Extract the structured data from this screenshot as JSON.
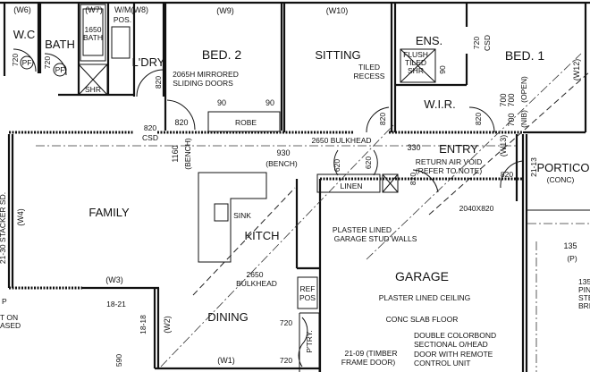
{
  "rooms": {
    "wc": "W.C",
    "bath": "BATH",
    "laundry": "L'DRY",
    "bed2": "BED. 2",
    "sitting": "SITTING",
    "ensuite": "ENS.",
    "bed1": "BED. 1",
    "wir": "W.I.R.",
    "entry": "ENTRY",
    "portico": "PORTICO",
    "family": "FAMILY",
    "kitchen": "KITCH",
    "dining": "DINING",
    "garage": "GARAGE",
    "linen": "LINEN",
    "robe": "ROBE",
    "ref_line1": "REF",
    "ref_line2": "POS",
    "pantry": "P'TRY."
  },
  "windows": {
    "w1": "(W1)",
    "w2": "(W2)",
    "w3": "(W3)",
    "w4": "(W4)",
    "w6": "(W6)",
    "w7": "(W7)",
    "w8": "W/M(W8)",
    "w9": "(W9)",
    "w10": "(W10)",
    "w12": "(W12)",
    "w13": "(W13)"
  },
  "notes": {
    "wm_pos": "POS.",
    "bath_size": "1650",
    "bath_label": "BATH",
    "shr": "SHR",
    "pf": "PF",
    "mirrored_1": "2065H MIRRORED",
    "mirrored_2": "SLIDING DOORS",
    "csd": "CSD",
    "bench": "(BENCH)",
    "bulkhead_1": "2650 BULKHEAD",
    "return_air_1": "RETURN AIR VOID",
    "return_air_2": "(REFER TO NOTE)",
    "flush_1": "FLUSH",
    "flush_2": "TILED",
    "flush_3": "SHR",
    "tiled_recess_1": "TILED",
    "tiled_recess_2": "RECESS",
    "nib": "(NIB)",
    "open": "(OPEN)",
    "conc": "(CONC)",
    "sink": "SINK",
    "bulkhead_2a": "2650",
    "bulkhead_2b": "BULKHEAD",
    "garage_door_size": "2040X820",
    "plaster_walls_1": "PLASTER LINED",
    "plaster_walls_2": "GARAGE STUD WALLS",
    "plaster_ceiling": "PLASTER LINED CEILING",
    "slab": "CONC SLAB FLOOR",
    "colorbond_1": "DOUBLE COLORBOND",
    "colorbond_2": "SECTIONAL O/HEAD",
    "colorbond_3": "DOOR WITH REMOTE",
    "colorbond_4": "CONTROL UNIT",
    "timber_1": "21-09 (TIMBER",
    "timber_2": "FRAME DOOR)",
    "stacker": "21-30 STACKER SD.",
    "left_1": "T ON",
    "left_2": "ASED",
    "left_p": "P",
    "p": "(P)",
    "right_1": "135",
    "right_2": "PIN",
    "right_3": "STE",
    "right_4": "BRI"
  },
  "dims": {
    "d720": "720",
    "d820": "820",
    "d90": "90",
    "d1160": "1160",
    "d930": "930",
    "d330": "330",
    "d620": "620",
    "d700": "700",
    "d2113": "21-13",
    "d1821": "18-21",
    "d1818": "18-18",
    "d590": "590",
    "d135": "135"
  }
}
